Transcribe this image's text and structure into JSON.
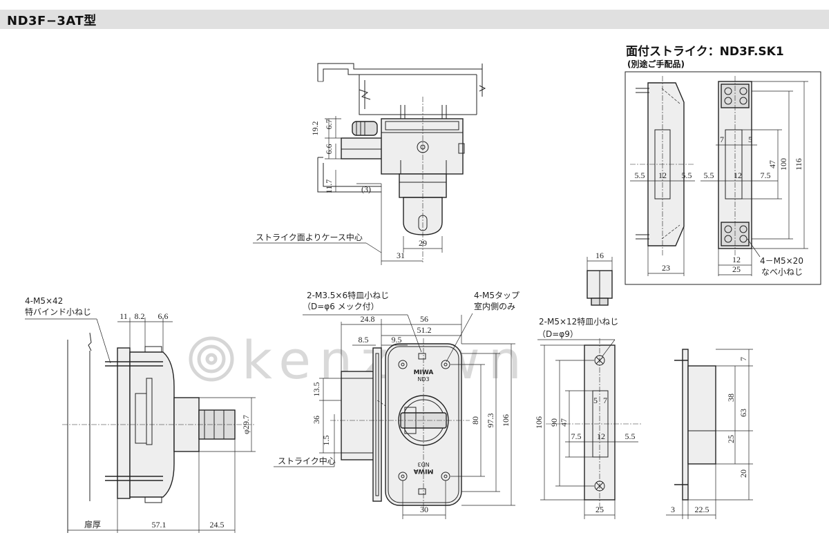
{
  "title": "ND3F−3AT型",
  "strike": {
    "title": "面付ストライク：ND3F.SK1",
    "note": "(別途ご手配品)"
  },
  "watermark": "kenzown",
  "labels": {
    "strike_face_to_case_center": "ストライク面よりケース中心",
    "strike_center": "ストライク中心",
    "screw_side_left_1": "4-M5×42",
    "screw_side_left_2": "特バインド小ねじ",
    "screw_front_1": "2-M3.5×6特皿小ねじ",
    "screw_front_2": "（D=φ6 メック付）",
    "tap_1": "4-M5タップ",
    "tap_2": "室内側のみ",
    "screw_plate_1": "2-M5×12特皿小ねじ",
    "screw_plate_2": "（D=φ9）",
    "strike_screw_1": "4－M5×20",
    "strike_screw_2": "なべ小ねじ",
    "brand": "MIWA",
    "model": "ND3",
    "door_thickness": "扉厚"
  },
  "dims": {
    "d19_2": "19.2",
    "d6_7": "6.7",
    "d6_6": "6.6",
    "d11_7": "11.7",
    "d3p": "(3)",
    "d29": "29",
    "d31": "31",
    "d11": "11",
    "d8_2": "8.2",
    "d6_6b": "6.6",
    "d29_7": "φ29.7",
    "d57_1": "57.1",
    "d24_5": "24.5",
    "d24_8": "24.8",
    "d56": "56",
    "d51_2": "51.2",
    "d8_5": "8.5",
    "d9_5": "9.5",
    "d13_5": "13.5",
    "d36": "36",
    "d1_5": "1.5",
    "d80": "80",
    "d97_3": "97.3",
    "d106": "106",
    "d30": "30",
    "d16": "16",
    "d106b": "106",
    "d90": "90",
    "d47": "47",
    "d5": "5",
    "d7": "7",
    "d7_5": "7.5",
    "d12": "12",
    "d5_5": "5.5",
    "d25": "25",
    "d7b": "7",
    "d38": "38",
    "d63": "63",
    "d25b": "25",
    "d20": "20",
    "d3": "3",
    "d22_5": "22.5",
    "s_7": "7",
    "s_5": "5",
    "s_5_5a": "5.5",
    "s_12a": "12",
    "s_5_5b": "5.5",
    "s_5_5c": "5.5",
    "s_12b": "12",
    "s_7_5": "7.5",
    "s_47": "47",
    "s_100": "100",
    "s_116": "116",
    "s_23": "23",
    "s_12c": "12",
    "s_25": "25"
  }
}
